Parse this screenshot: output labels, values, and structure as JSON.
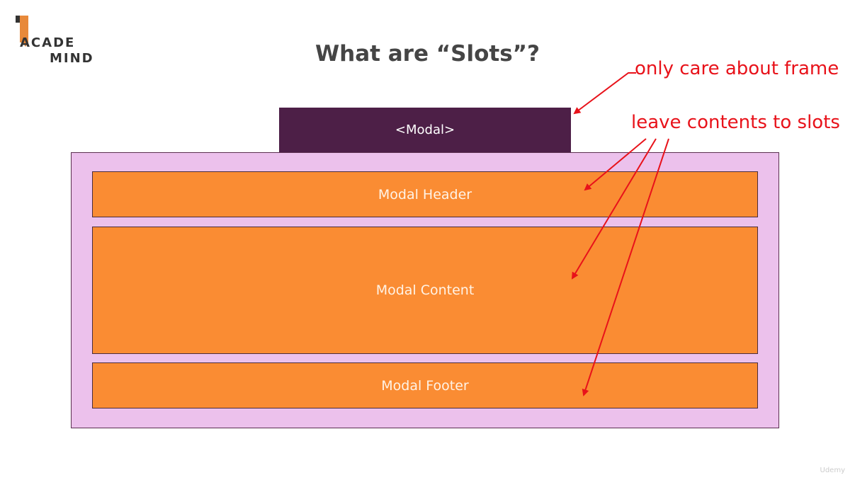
{
  "logo": {
    "line1": "ACADE",
    "line2": "MIND",
    "mark_color": "#e8893a"
  },
  "title": "What are “Slots”?",
  "modal": {
    "tab_label": "<Modal>",
    "tab_color": "#4d1f47",
    "frame_color": "#ecc1ec",
    "slot_color": "#fa8c33",
    "slots": [
      {
        "label": "Modal Header"
      },
      {
        "label": "Modal Content"
      },
      {
        "label": "Modal Footer"
      }
    ]
  },
  "annotations": {
    "frame_note": "only care about frame",
    "slots_note": "leave contents to slots",
    "color": "#e8121a"
  },
  "watermark": "Udemy"
}
